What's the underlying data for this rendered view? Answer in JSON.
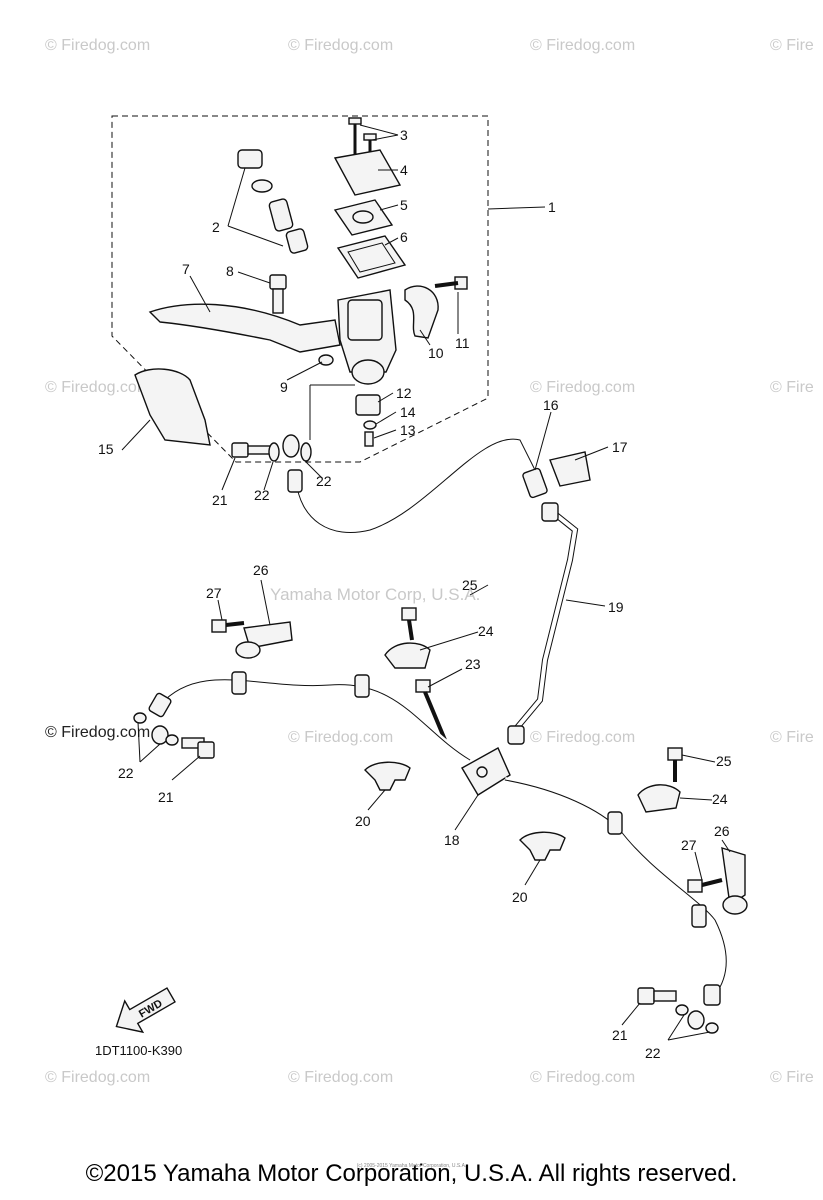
{
  "watermark": "© Firedog.com",
  "watermark_partial": "© Fire",
  "center_watermark": "Yamaha Motor Corp, U.S.A.",
  "labels": {
    "p1": "1",
    "p2": "2",
    "p3": "3",
    "p4": "4",
    "p5": "5",
    "p6": "6",
    "p7": "7",
    "p8": "8",
    "p9": "9",
    "p10": "10",
    "p11": "11",
    "p12": "12",
    "p13": "13",
    "p14": "14",
    "p15": "15",
    "p16": "16",
    "p17": "17",
    "p18": "18",
    "p19": "19",
    "p20": "20",
    "p21": "21",
    "p22": "22",
    "p23": "23",
    "p24": "24",
    "p25": "25",
    "p26": "26",
    "p27": "27"
  },
  "fwd_label": "FWD",
  "diagram_code": "1DT1100-K390",
  "tiny_copyright": "(c) 2005-2015 Yamaha Motor Corporation, U.S.A.",
  "copyright": "©2015 Yamaha Motor Corporation, U.S.A. All rights reserved."
}
